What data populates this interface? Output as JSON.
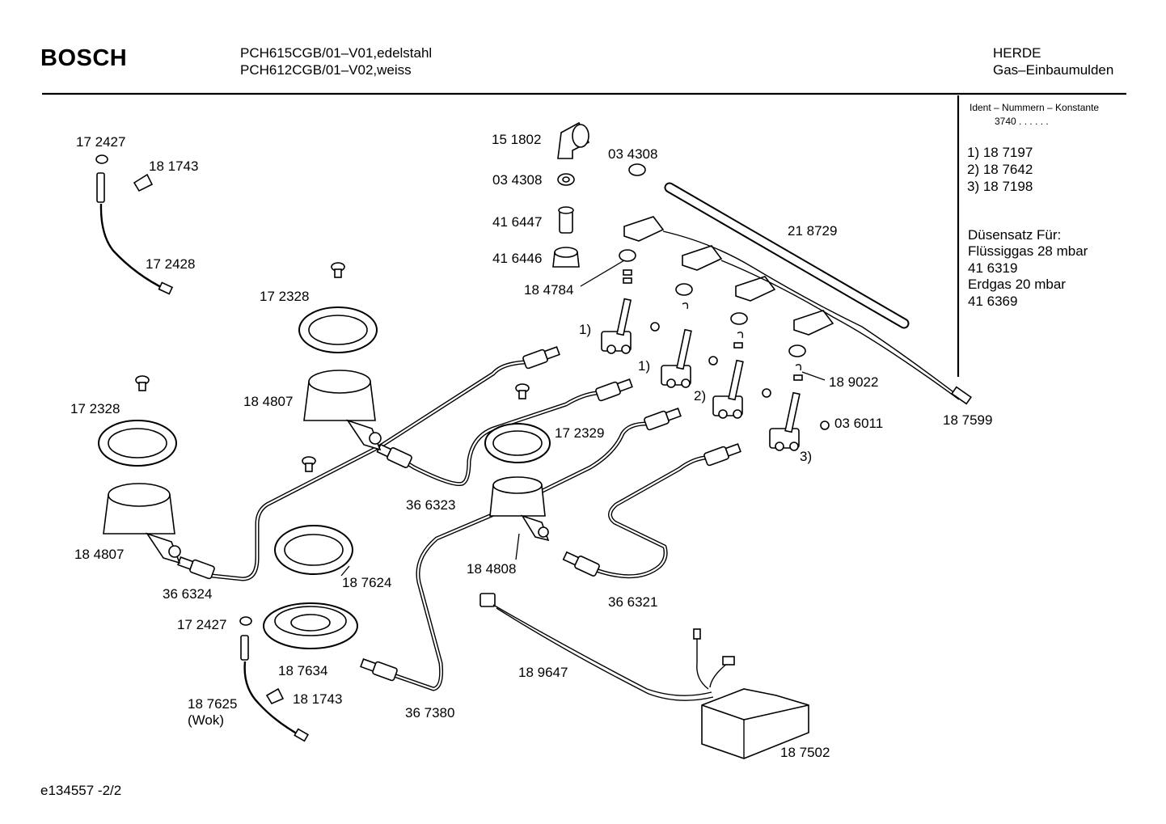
{
  "header": {
    "brand": "BOSCH",
    "model_line_1": "PCH615CGB/01–V01,edelstahl",
    "model_line_2": "PCH612CGB/01–V02,weiss",
    "category_line_1": "HERDE",
    "category_line_2": "Gas–Einbaumulden"
  },
  "side_panel": {
    "ident_title": "Ident – Nummern – Konstante",
    "ident_value": "3740  .  .    .  .  .  .",
    "variants": [
      "1)  18 7197",
      "2)  18 7642",
      "3)  18 7198"
    ],
    "nozzle_title": "Düsensatz Für:",
    "nozzle_lines": [
      "Flüssiggas 28 mbar",
      "41 6319",
      "Erdgas 20 mbar",
      "41 6369"
    ]
  },
  "part_labels": [
    "17 2427",
    "18 1743",
    "17 2428",
    "17 2328",
    "18 4807",
    "17 2328",
    "18 4807",
    "36 6324",
    "17 2427",
    "18 7634",
    "18 1743",
    "18 7625",
    "(Wok)",
    "18 7624",
    "36 6323",
    "17 2329",
    "18 4808",
    "36 6321",
    "36 7380",
    "18 9647",
    "18 7502",
    "15 1802",
    "03 4308",
    "03 4308",
    "41 6447",
    "41 6446",
    "18 4784",
    "21 8729",
    "1)",
    "1)",
    "2)",
    "3)",
    "18 9022",
    "03 6011",
    "18 7599"
  ],
  "footer": {
    "drawing_id": "e134557  -2/2"
  }
}
